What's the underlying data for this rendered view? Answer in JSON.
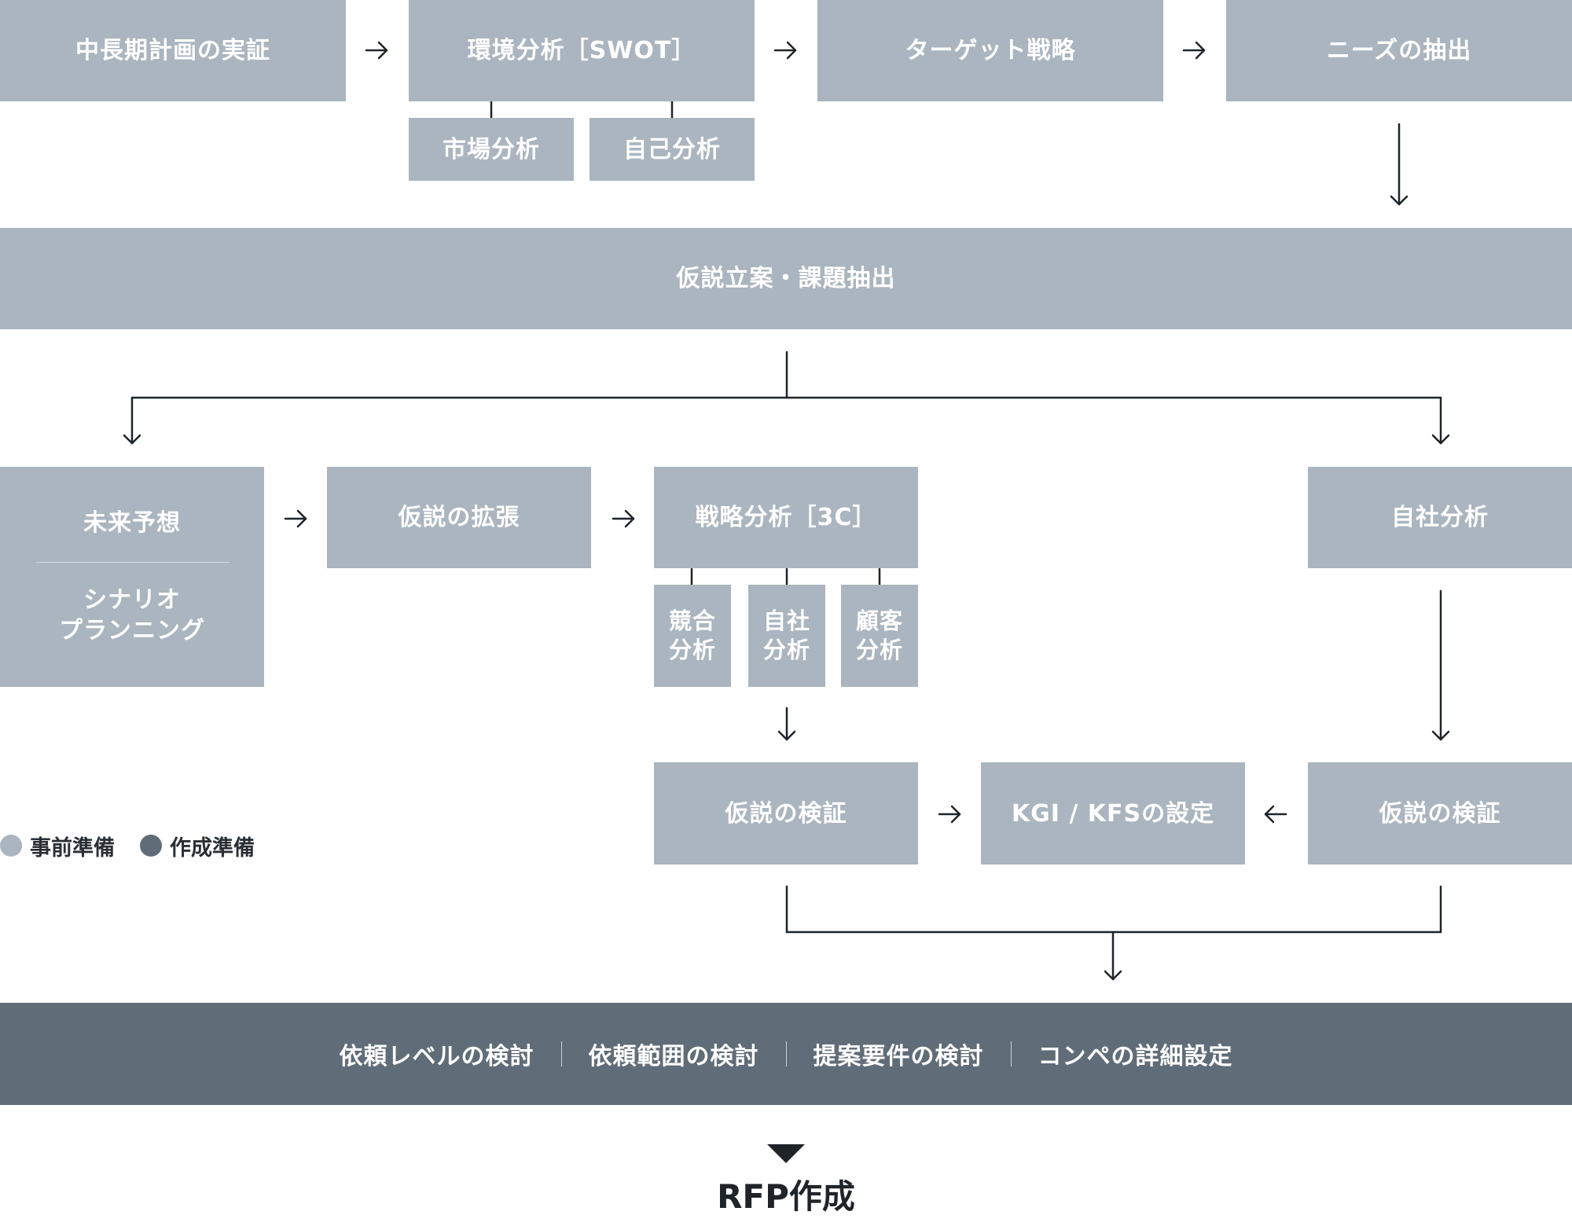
{
  "colors": {
    "pre_prep": "#aab5bf",
    "creation_prep": "#606d78",
    "line": "#1f2429"
  },
  "top_row": {
    "plan_verification": "中長期計画の実証",
    "env_analysis": "環境分析［SWOT］",
    "target_strategy": "ターゲット戦略",
    "needs_extraction": "ニーズの抽出"
  },
  "swot_children": {
    "market_analysis": "市場分析",
    "self_analysis": "自己分析"
  },
  "hypothesis_planning": "仮説立案・課題抽出",
  "middle_row": {
    "future_forecast": "未来予想",
    "scenario_planning_line1": "シナリオ",
    "scenario_planning_line2": "プランニング",
    "hypothesis_expansion": "仮説の拡張",
    "strategy_analysis": "戦略分析［3C］",
    "company_analysis": "自社分析"
  },
  "three_c_children": {
    "competitor_line1": "競合",
    "competitor_line2": "分析",
    "company_line1": "自社",
    "company_line2": "分析",
    "customer_line1": "顧客",
    "customer_line2": "分析"
  },
  "verification_row": {
    "hypothesis_verification_left": "仮説の検証",
    "kgi_kfs": "KGI / KFSの設定",
    "hypothesis_verification_right": "仮説の検証"
  },
  "legend": {
    "pre_prep_label": "事前準備",
    "creation_prep_label": "作成準備"
  },
  "creation_bar": {
    "item1": "依頼レベルの検討",
    "item2": "依頼範囲の検討",
    "item3": "提案要件の検討",
    "item4": "コンペの詳細設定"
  },
  "final": "RFP作成"
}
